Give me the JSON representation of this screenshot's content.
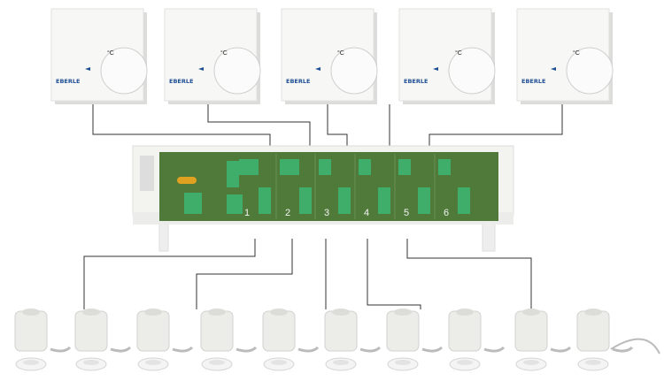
{
  "thermostats": [
    {
      "brand": "EBERLE",
      "unit": "°C"
    },
    {
      "brand": "EBERLE",
      "unit": "°C"
    },
    {
      "brand": "EBERLE",
      "unit": "°C"
    },
    {
      "brand": "EBERLE",
      "unit": "°C"
    },
    {
      "brand": "EBERLE",
      "unit": "°C"
    }
  ],
  "board": {
    "zones": [
      "1",
      "2",
      "3",
      "4",
      "5",
      "6"
    ]
  },
  "actuator_count": 10,
  "colors": {
    "wire": "#333333",
    "pcb": "#4f7a3a",
    "terminal": "#3fae6a",
    "housing": "#f1f1ee"
  }
}
